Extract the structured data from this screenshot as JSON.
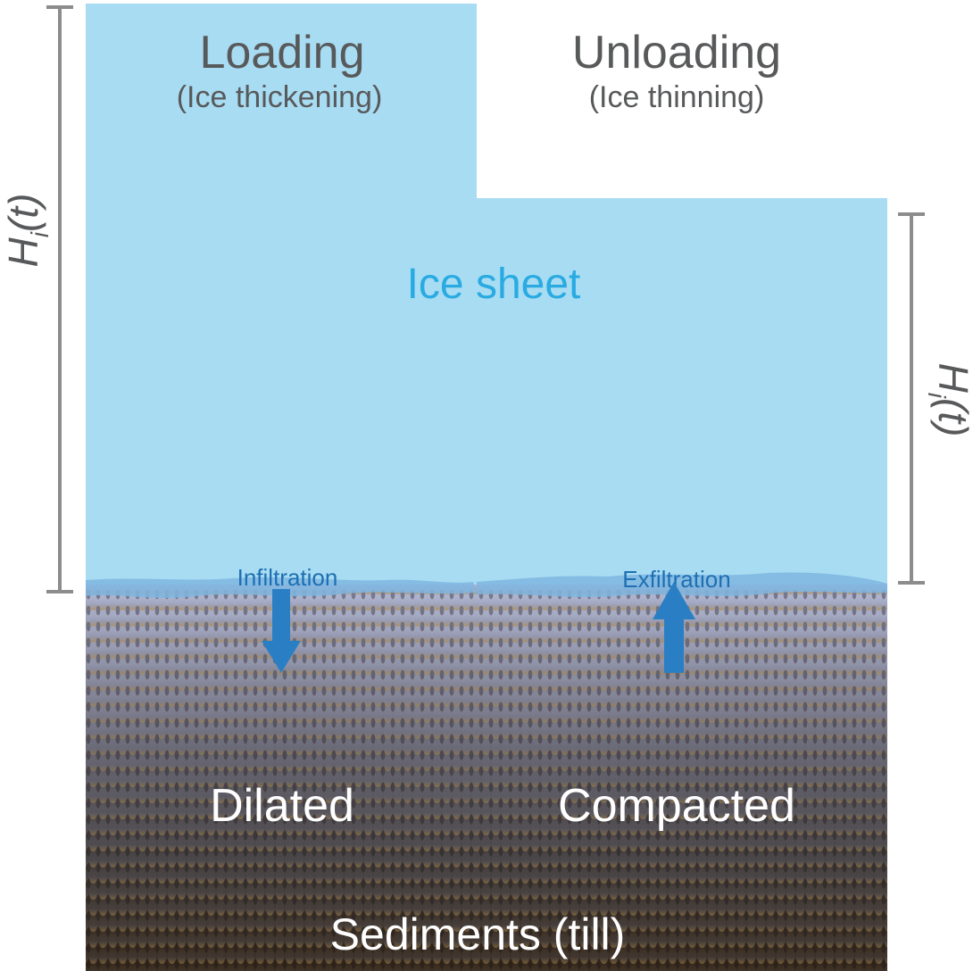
{
  "panels": {
    "loading": {
      "title": "Loading",
      "subtitle": "(Ice thickening)",
      "flow_label": "Infiltration",
      "state_label": "Dilated"
    },
    "unloading": {
      "title": "Unloading",
      "subtitle": "(Ice thinning)",
      "flow_label": "Exfiltration",
      "state_label": "Compacted"
    }
  },
  "ice_label": "Ice sheet",
  "sediment_label": "Sediments (till)",
  "thickness_labels": {
    "left": {
      "base": "H",
      "sub": "i",
      "arg": "(t)"
    },
    "right": {
      "base": "H",
      "sub": "i",
      "arg": "(t)"
    }
  },
  "flow_directions": {
    "loading": "down",
    "unloading": "up"
  },
  "colors": {
    "ice": "#a8dcf2",
    "ice_base_water": "#7fb6e2",
    "arrow": "#2a7fc4",
    "ice_label": "#29abe2",
    "flow_label": "#1f6fb2",
    "title_text": "#58595b",
    "bracket": "#8c8c8c",
    "sediment_top": "#b9bfdc",
    "sediment_bottom": "#5a3f1f"
  }
}
